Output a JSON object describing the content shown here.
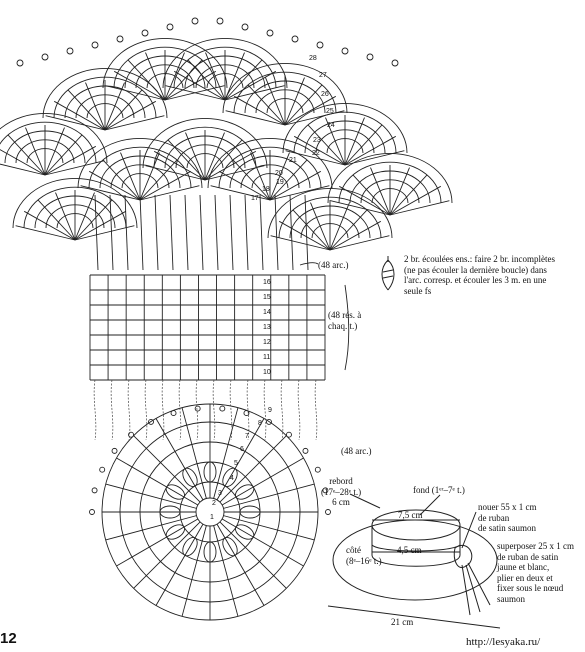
{
  "page_number": "12",
  "url": "http://lesyaka.ru/",
  "row_numbers": {
    "crown": [
      "17",
      "18",
      "19",
      "20",
      "21",
      "22",
      "23",
      "24",
      "25",
      "26",
      "27",
      "28"
    ],
    "grid": [
      "16",
      "15",
      "14",
      "13",
      "12",
      "11",
      "10"
    ],
    "disc": [
      "9",
      "8",
      "7",
      "6",
      "5",
      "4",
      "3",
      "2",
      "1"
    ]
  },
  "grid_labels": {
    "top_arcs": "(48 arc.)",
    "repeats": "(48 rés. à\nchaq. t.)",
    "bottom_arcs": "(48 arc.)"
  },
  "legend_note": "2 br. écoulées ens.: faire 2 br. incomplètes\n(ne pas écouler la dernière boucle) dans\nl'arc. corresp. et écouler les 3 m. en une\nseule fs",
  "hat_labels": {
    "rebord": "rebord\n(17ᵉ–28ᵉ t.)\n6 cm",
    "fond": "fond (1ᵉʳ–7ᵉ t.)",
    "crown_width": "7,5 cm",
    "band_width": "4,5 cm",
    "cote": "côté\n(8ᵉ–16ᵉ t.)",
    "brim_width": "21 cm",
    "ribbon_1": "nouer 55 x 1 cm\nde ruban\nde satin saumon",
    "ribbon_2": "superposer 25 x 1 cm\nde ruban de satin\njaune et blanc,\nplier en deux et\nfixer sous le nœud\nsaumon"
  }
}
